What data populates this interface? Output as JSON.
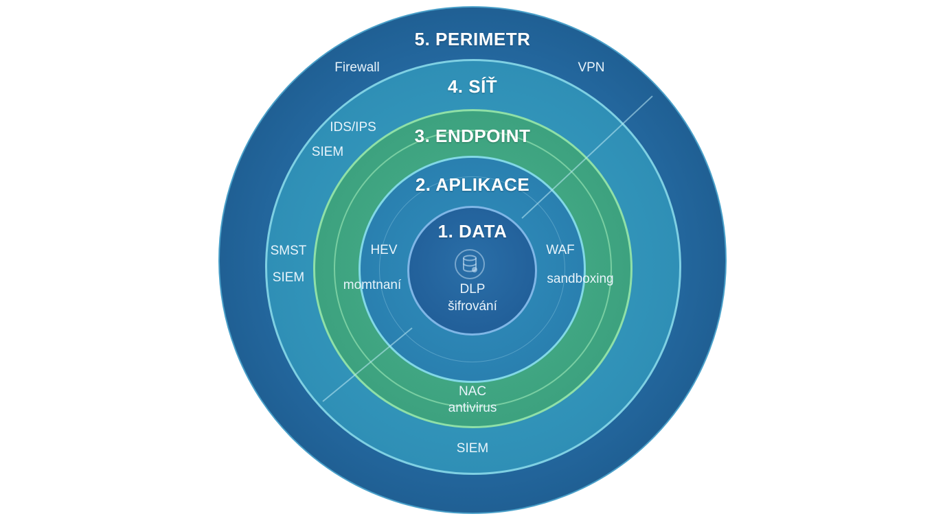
{
  "diagram": {
    "layers": [
      {
        "title": "5. PERIMETR",
        "items": [
          "Firewall",
          "VPN"
        ]
      },
      {
        "title": "4. SÍŤ",
        "items": [
          "IDS/IPS",
          "SIEM",
          "SMST",
          "SIEM",
          "SIEM"
        ]
      },
      {
        "title": "3. ENDPOINT",
        "items": [
          "NAC",
          "antivirus"
        ]
      },
      {
        "title": "2. APLIKACE",
        "items": [
          "HEV",
          "momtnaní",
          "WAF",
          "sandboxing"
        ]
      },
      {
        "title": "1. DATA",
        "items": [
          "DLP",
          "šifrování"
        ],
        "icon": "database-lock-icon"
      }
    ]
  },
  "colors": {
    "perimeter": "#24689f",
    "network": "#2f8fb6",
    "endpoint": "#3da27f",
    "application": "#2a80b0",
    "data": "#22609a",
    "text": "#ffffff"
  }
}
